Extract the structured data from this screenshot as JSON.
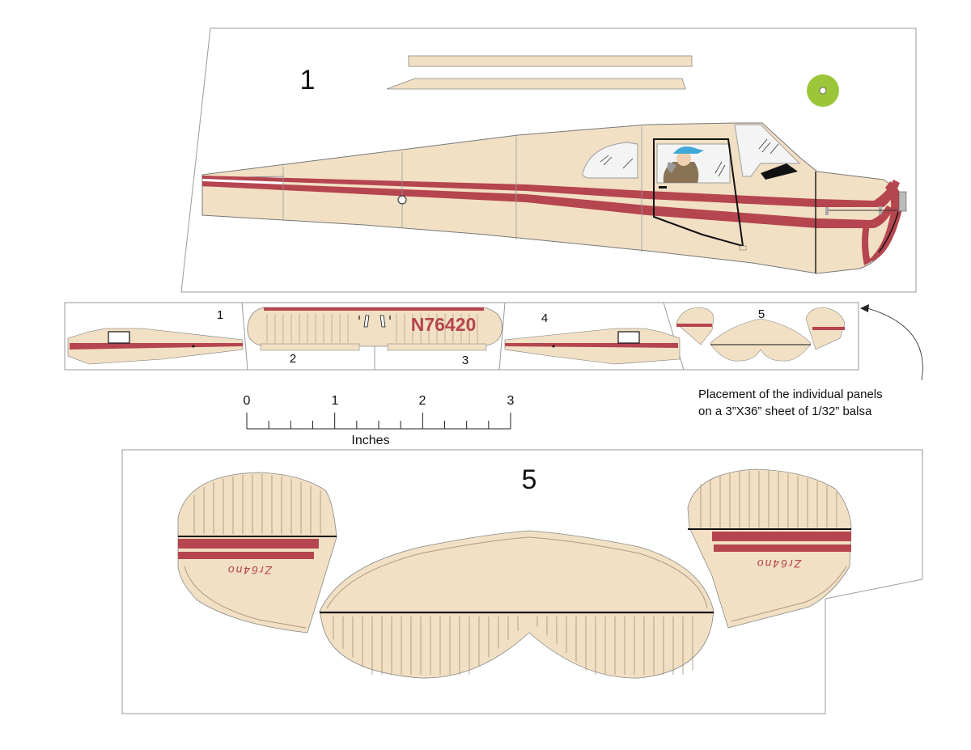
{
  "panel_labels": {
    "p1_large": "1",
    "p5_large": "5",
    "strip_1": "1",
    "strip_2": "2",
    "strip_3": "3",
    "strip_4": "4",
    "strip_5": "5"
  },
  "registration": "N76420",
  "tail_mirror_text": "Zr64no",
  "caption": {
    "line1": "Placement of the individual panels",
    "line2": "on a 3”X36” sheet of 1/32” balsa"
  },
  "scale": {
    "ticks": [
      "0",
      "1",
      "2",
      "3"
    ],
    "unit": "Inches"
  },
  "colors": {
    "balsa": "#f2e0c4",
    "stripe": "#b5454f",
    "outline": "#888888",
    "window": "#f4f4f4",
    "target_green": "#9bc63a"
  }
}
